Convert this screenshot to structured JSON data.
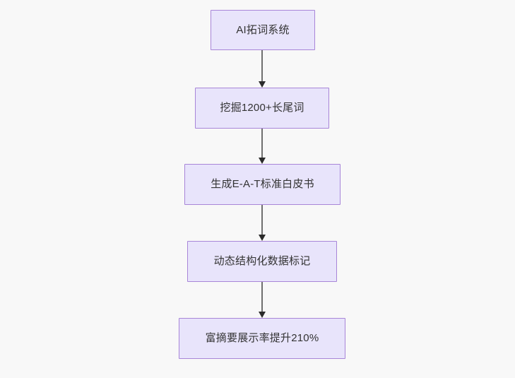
{
  "diagram": {
    "type": "flowchart",
    "direction": "top-to-bottom",
    "background_color": "#f8f8f8",
    "node_fill_color": "#e8e4fb",
    "node_border_color": "#a885d8",
    "node_text_color": "#333333",
    "edge_color": "#707070",
    "arrowhead_color": "#2a2a2a",
    "nodes": [
      {
        "id": "n1",
        "label": "AI拓词系统"
      },
      {
        "id": "n2",
        "label": "挖掘1200+长尾词"
      },
      {
        "id": "n3",
        "label": "生成E-A-T标准白皮书"
      },
      {
        "id": "n4",
        "label": "动态结构化数据标记"
      },
      {
        "id": "n5",
        "label": "富摘要展示率提升210%"
      }
    ],
    "edges": [
      {
        "id": "e1",
        "from": "n1",
        "to": "n2",
        "label": ""
      },
      {
        "id": "e2",
        "from": "n2",
        "to": "n3",
        "label": ""
      },
      {
        "id": "e3",
        "from": "n3",
        "to": "n4",
        "label": ""
      },
      {
        "id": "e4",
        "from": "n4",
        "to": "n5",
        "label": ""
      }
    ]
  }
}
